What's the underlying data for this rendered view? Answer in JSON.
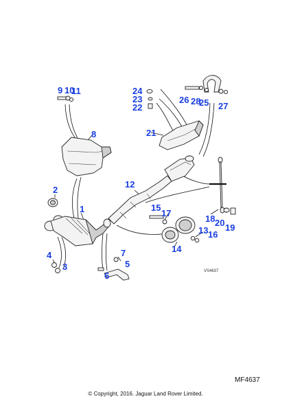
{
  "diagram": {
    "callouts": [
      {
        "id": "c1",
        "label": "1"
      },
      {
        "id": "c2",
        "label": "2"
      },
      {
        "id": "c3",
        "label": "3"
      },
      {
        "id": "c4",
        "label": "4"
      },
      {
        "id": "c5",
        "label": "5"
      },
      {
        "id": "c6",
        "label": "6"
      },
      {
        "id": "c7",
        "label": "7"
      },
      {
        "id": "c8",
        "label": "8"
      },
      {
        "id": "c9",
        "label": "9"
      },
      {
        "id": "c10",
        "label": "10"
      },
      {
        "id": "c11",
        "label": "11"
      },
      {
        "id": "c12",
        "label": "12"
      },
      {
        "id": "c13",
        "label": "13"
      },
      {
        "id": "c14",
        "label": "14"
      },
      {
        "id": "c15",
        "label": "15"
      },
      {
        "id": "c16",
        "label": "16"
      },
      {
        "id": "c17",
        "label": "17"
      },
      {
        "id": "c18",
        "label": "18"
      },
      {
        "id": "c19",
        "label": "19"
      },
      {
        "id": "c20",
        "label": "20"
      },
      {
        "id": "c21",
        "label": "21"
      },
      {
        "id": "c22",
        "label": "22"
      },
      {
        "id": "c23",
        "label": "23"
      },
      {
        "id": "c24",
        "label": "24"
      },
      {
        "id": "c25",
        "label": "25"
      },
      {
        "id": "c26",
        "label": "26"
      },
      {
        "id": "c27",
        "label": "27"
      },
      {
        "id": "c28",
        "label": "28"
      }
    ],
    "reference": "VS4637",
    "code": "MF4637",
    "copyright": "© Copyright, 2016. Jaguar Land Rover Limited.",
    "colors": {
      "callout": "#1a3fe0",
      "line": "#111111"
    }
  }
}
